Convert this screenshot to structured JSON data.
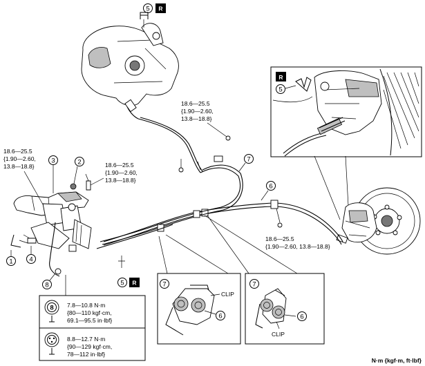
{
  "callouts": {
    "n1": "1",
    "n2": "2",
    "n3": "3",
    "n4": "4",
    "n5": "5",
    "n6": "6",
    "n7": "7",
    "n8": "8",
    "r": "R"
  },
  "torques": {
    "top_cable": {
      "l1": "18.6—25.5",
      "l2": "{1.90—2.60,",
      "l3": "13.8—18.8}"
    },
    "lever_left": {
      "l1": "18.6—25.5",
      "l2": "{1.90—2.60,",
      "l3": "13.8—18.8}"
    },
    "lever_right": {
      "l1": "18.6—25.5",
      "l2": "{1.90—2.60,",
      "l3": "13.8—18.8}"
    },
    "rear_right": {
      "l1": "18.6—25.5",
      "l2": "{1.90—2.60, 13.8—18.8}"
    }
  },
  "bolt_table": {
    "row1": {
      "l1": "7.8—10.8 N·m",
      "l2": "{80—110 kgf·cm,",
      "l3": "69.1—95.5 in·lbf}"
    },
    "row2": {
      "l1": "8.8—12.7 N·m",
      "l2": "{90—129 kgf·cm,",
      "l3": "78—112 in·lbf}"
    }
  },
  "clip_label": "CLIP",
  "units": "N·m {kgf·m, ft·lbf}",
  "colors": {
    "line": "#000000",
    "shade": "#bfbfbf",
    "background": "#ffffff"
  }
}
